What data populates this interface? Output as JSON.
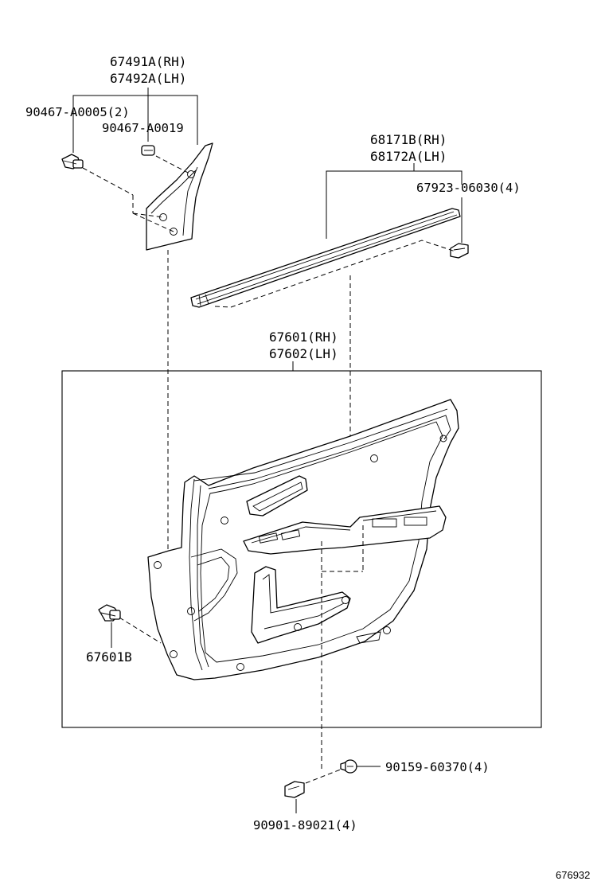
{
  "parts": {
    "garnish_rh": "67491A(RH)",
    "garnish_lh": "67492A(LH)",
    "clip_a": "90467-A0005(2)",
    "clip_b": "90467-A0019",
    "weatherstrip_rh": "68171B(RH)",
    "weatherstrip_lh": "68172A(LH)",
    "weatherstrip_clip": "67923-06030(4)",
    "door_trim_rh": "67601(RH)",
    "door_trim_lh": "67602(LH)",
    "trim_clip": "67601B",
    "screw": "90159-60370(4)",
    "retainer": "90901-89021(4)"
  },
  "figure_id": "676932"
}
